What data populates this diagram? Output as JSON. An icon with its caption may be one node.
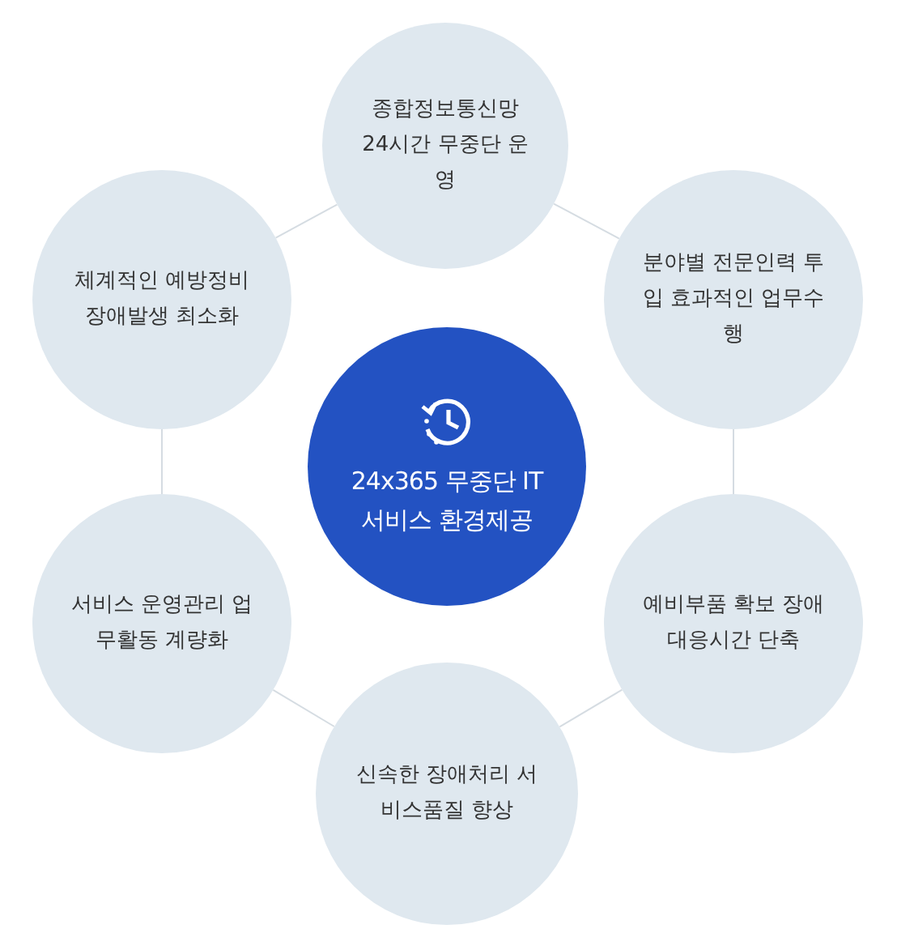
{
  "diagram": {
    "nodes": [
      {
        "text": [
          "종합정보통신망 24시간 무중단 운영"
        ]
      },
      {
        "text": [
          "체계적인 예방정비 장애발생 최소화"
        ]
      },
      {
        "text": [
          "분야별 전문인력 투입 효과적인 업무수행"
        ]
      },
      {
        "text": [
          "24x365 무중단 IT 서비스 환경제공"
        ]
      },
      {
        "text": [
          "서비스 운영관리 업무활동 계량화"
        ]
      },
      {
        "text": [
          "예비부품 확보 장애대응시간 단축"
        ]
      },
      {
        "text": [
          "신속한 장애처리 서비스품질 향상"
        ]
      }
    ],
    "edges": [
      {
        "from": 0,
        "to": 2,
        "arrow": "none"
      },
      {
        "from": 2,
        "to": 5,
        "arrow": "none"
      },
      {
        "from": 5,
        "to": 6,
        "arrow": "none"
      },
      {
        "from": 6,
        "to": 4,
        "arrow": "none"
      },
      {
        "from": 4,
        "to": 1,
        "arrow": "none"
      },
      {
        "from": 1,
        "to": 0,
        "arrow": "none"
      }
    ]
  }
}
